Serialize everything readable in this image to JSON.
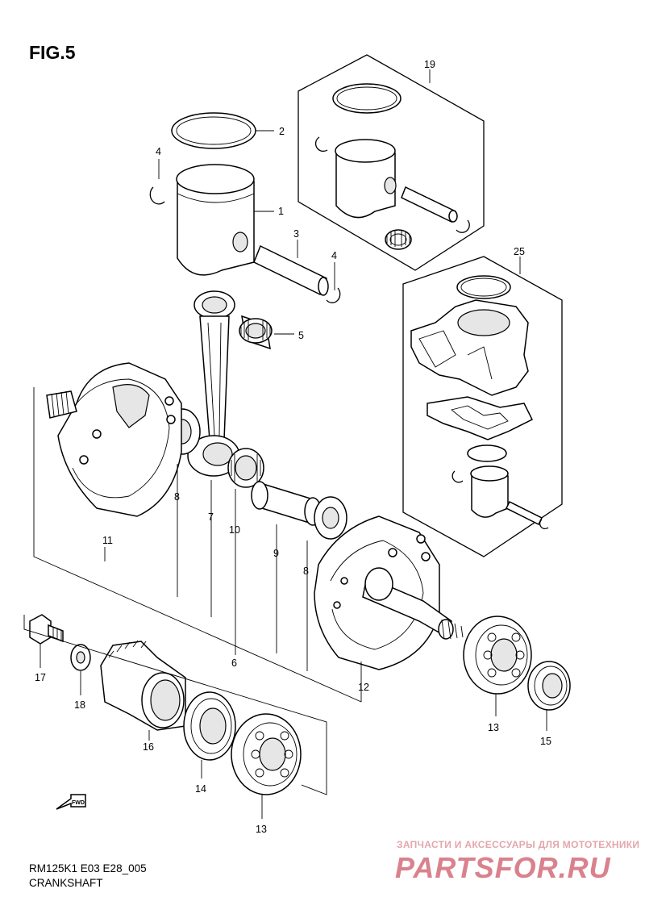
{
  "figure_label": "FIG.5",
  "model_code": "RM125K1 E03 E28_005",
  "section_title": "CRANKSHAFT",
  "fwd_label": "FWD",
  "watermark": {
    "tagline": "ЗАПЧАСТИ И АКСЕССУАРЫ ДЛЯ МОТОТЕХНИКИ",
    "brand": "PARTSFOR.RU"
  },
  "callouts": {
    "piston": "1",
    "piston_ring": "2",
    "piston_pin": "3",
    "circlip_left": "4",
    "circlip_right": "4",
    "bearing_small_end": "5",
    "crank_pin_washer": "6",
    "connecting_rod": "7",
    "washer_left": "8",
    "washer_right": "8",
    "crank_pin": "9",
    "bearing_big_end": "10",
    "crankshaft_left": "11",
    "crankshaft_right": "12",
    "bearing_right": "13",
    "bearing_left": "13",
    "oil_seal_left": "14",
    "oil_seal_right": "15",
    "primary_drive_gear": "16",
    "bolt": "17",
    "gear_washer": "18",
    "piston_set": "19",
    "cylinder_set": "25"
  }
}
